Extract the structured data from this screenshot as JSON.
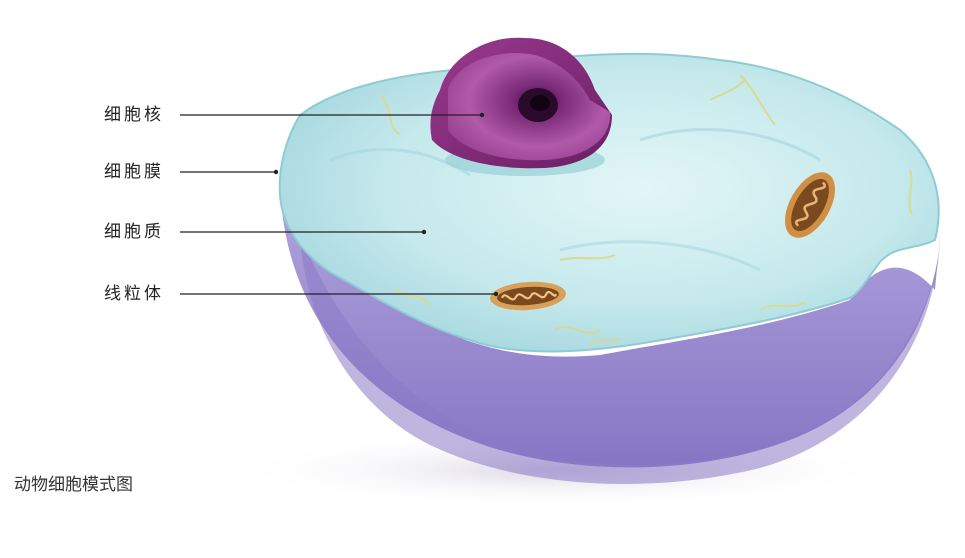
{
  "labels": {
    "nucleus": "细胞核",
    "membrane": "细胞膜",
    "cytoplasm": "细胞质",
    "mitochondrion": "线粒体"
  },
  "caption": "动物细胞模式图",
  "colors": {
    "cytoplasm_surface": "#bfe6ea",
    "cell_wall_side": "#9d8fd1",
    "nucleus": "#8a2f80",
    "mitochondrion": "#d79a4e",
    "leader_line": "#222222"
  }
}
